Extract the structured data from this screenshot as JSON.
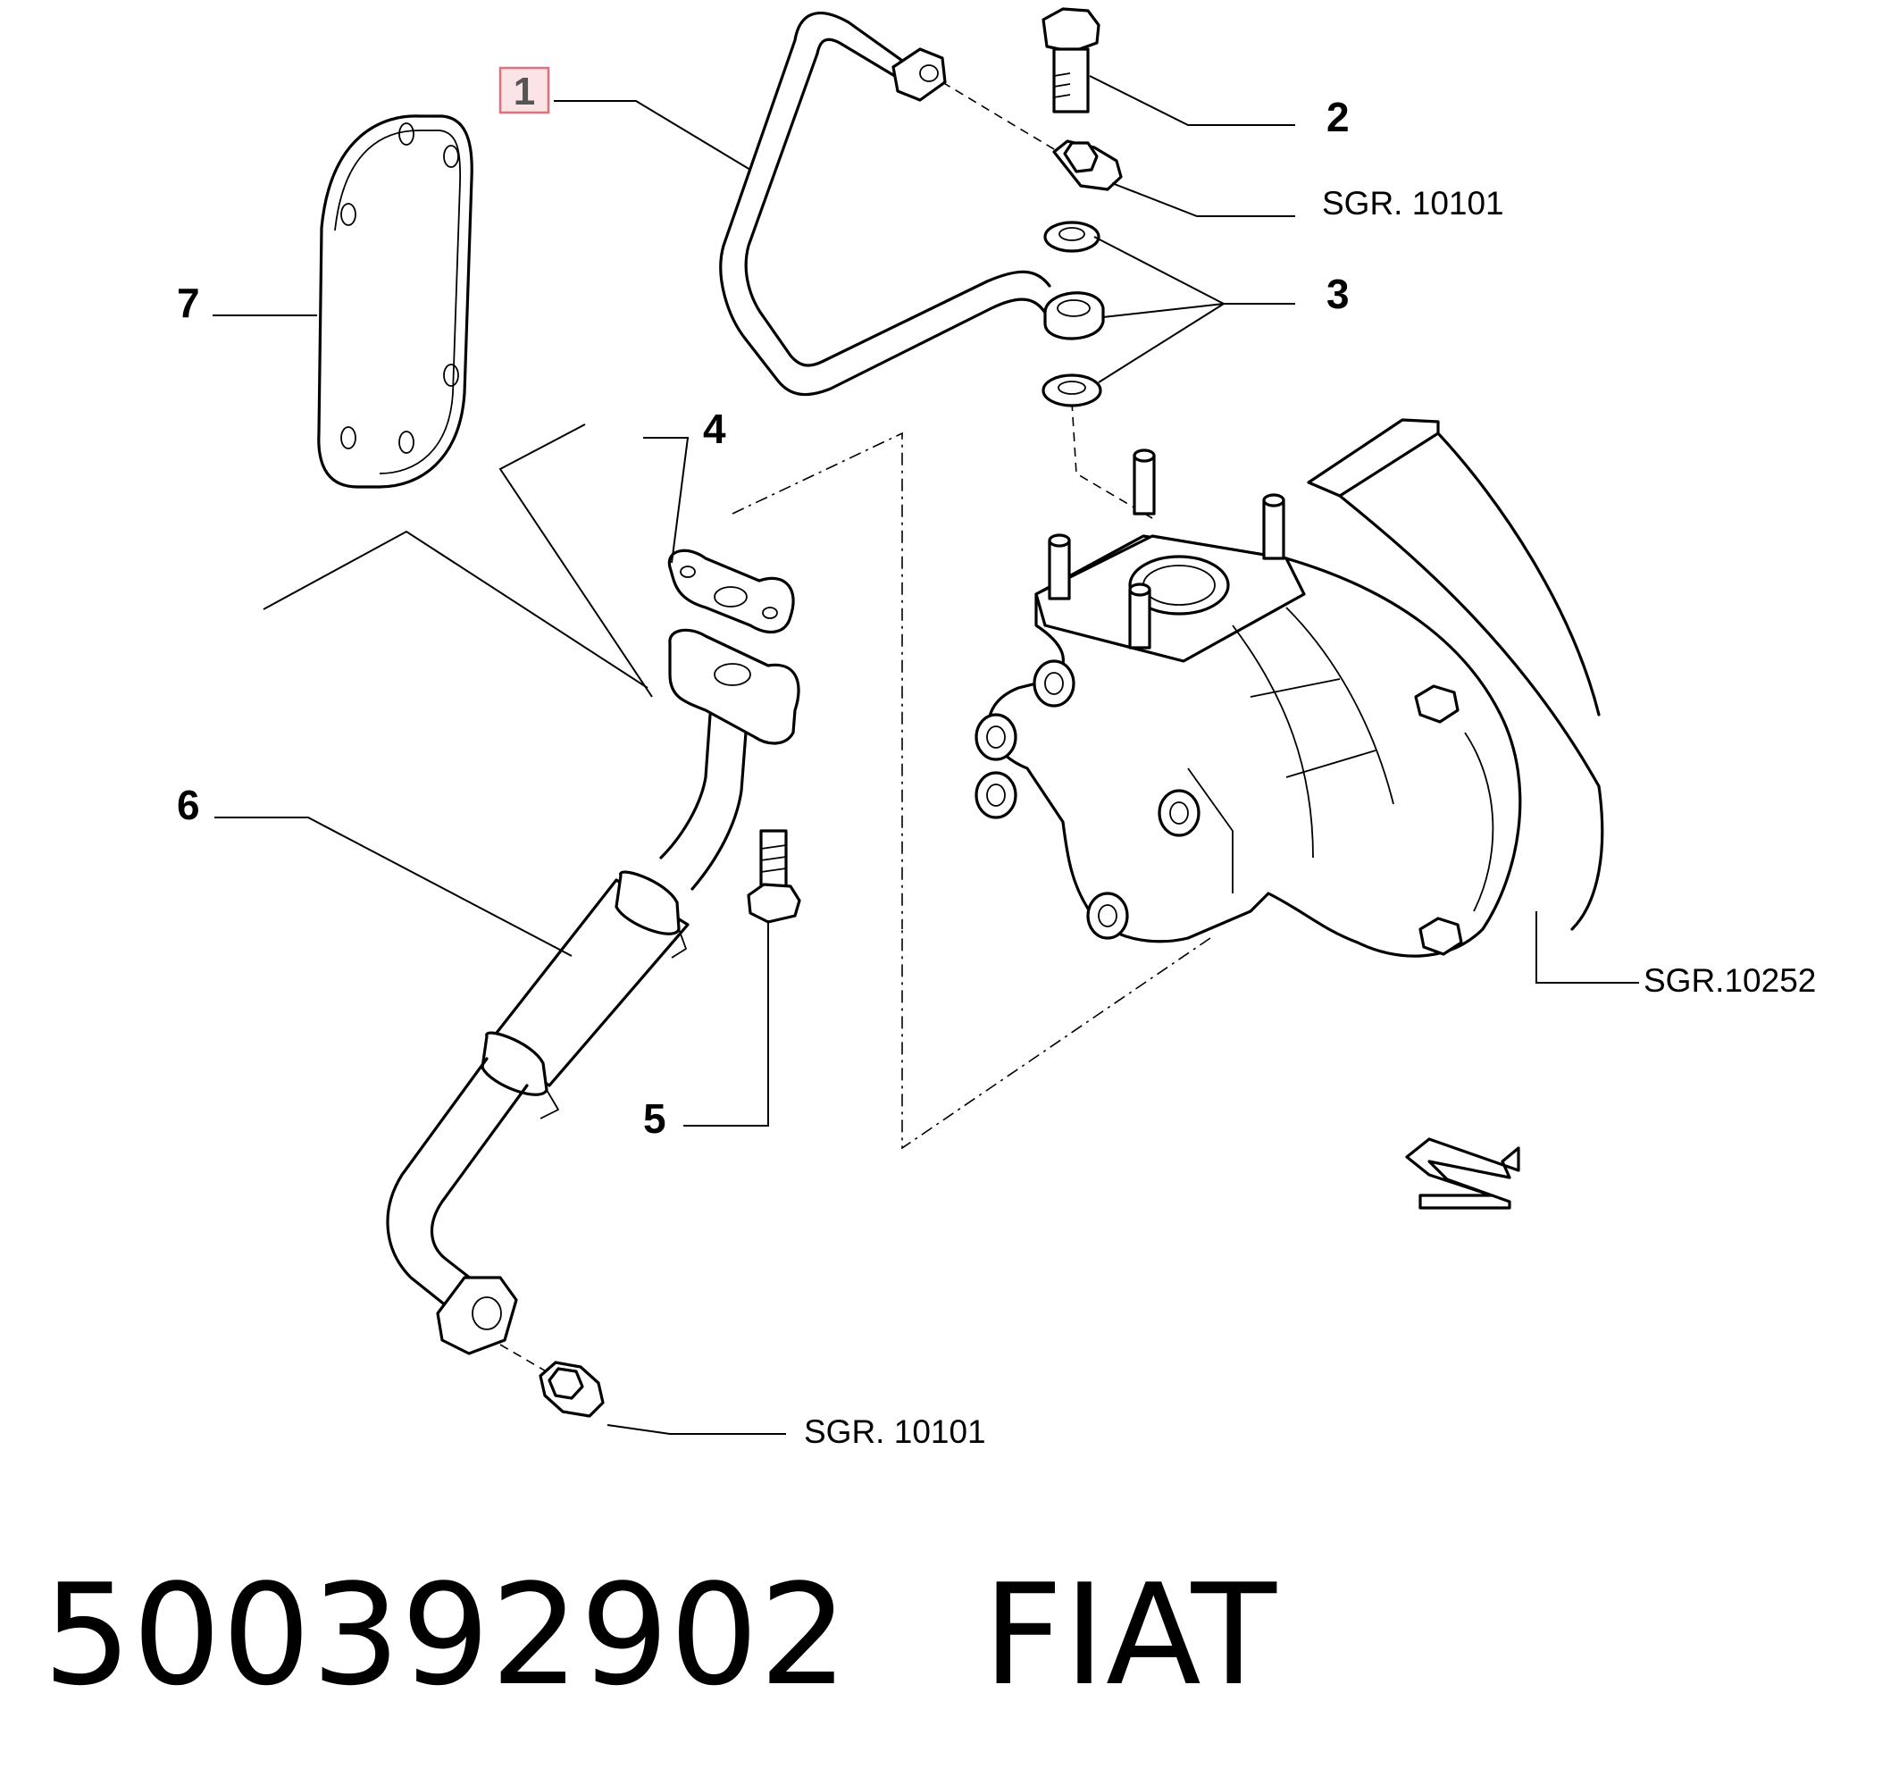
{
  "callouts": {
    "c1": "1",
    "c2": "2",
    "c3": "3",
    "c4": "4",
    "c5": "5",
    "c6": "6",
    "c7": "7",
    "ref_top": "SGR. 10101",
    "ref_turbo": "SGR.10252",
    "ref_bottom": "SGR. 10101"
  },
  "highlight_color": "#e0707c",
  "footer": {
    "part_number": "500392902",
    "brand": "FIAT"
  }
}
